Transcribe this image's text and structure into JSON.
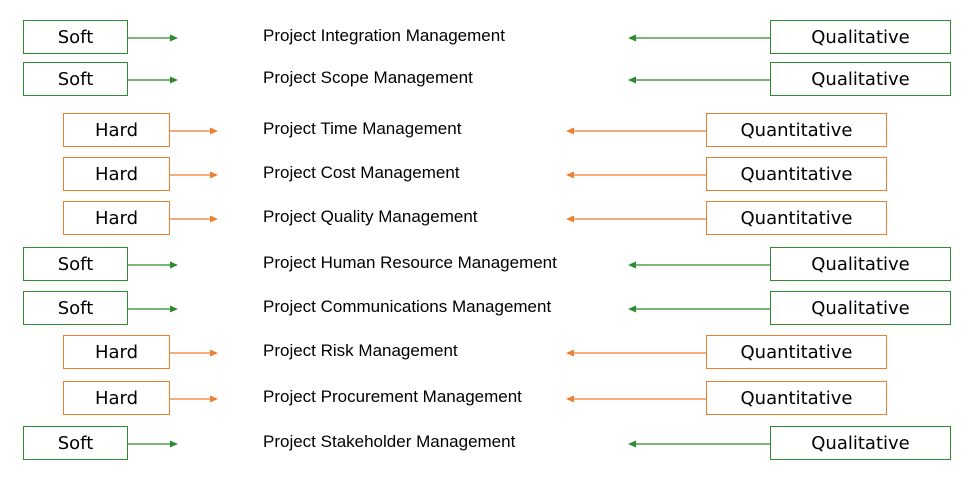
{
  "colors": {
    "soft": "#2e8b2e",
    "hard": "#ed7d31"
  },
  "rows": [
    {
      "left": "Soft",
      "area": "Project Integration Management",
      "right": "Qualitative",
      "kind": "soft"
    },
    {
      "left": "Soft",
      "area": "Project Scope Management",
      "right": "Qualitative",
      "kind": "soft"
    },
    {
      "left": "Hard",
      "area": "Project Time Management",
      "right": "Quantitative",
      "kind": "hard"
    },
    {
      "left": "Hard",
      "area": "Project Cost Management",
      "right": "Quantitative",
      "kind": "hard"
    },
    {
      "left": "Hard",
      "area": "Project Quality Management",
      "right": "Quantitative",
      "kind": "hard"
    },
    {
      "left": "Soft",
      "area": "Project Human Resource Management",
      "right": "Qualitative",
      "kind": "soft"
    },
    {
      "left": "Soft",
      "area": "Project Communications Management",
      "right": "Qualitative",
      "kind": "soft"
    },
    {
      "left": "Hard",
      "area": "Project Risk Management",
      "right": "Quantitative",
      "kind": "hard"
    },
    {
      "left": "Hard",
      "area": "Project Procurement Management",
      "right": "Quantitative",
      "kind": "hard"
    },
    {
      "left": "Soft",
      "area": "Project Stakeholder Management",
      "right": "Qualitative",
      "kind": "soft"
    }
  ]
}
